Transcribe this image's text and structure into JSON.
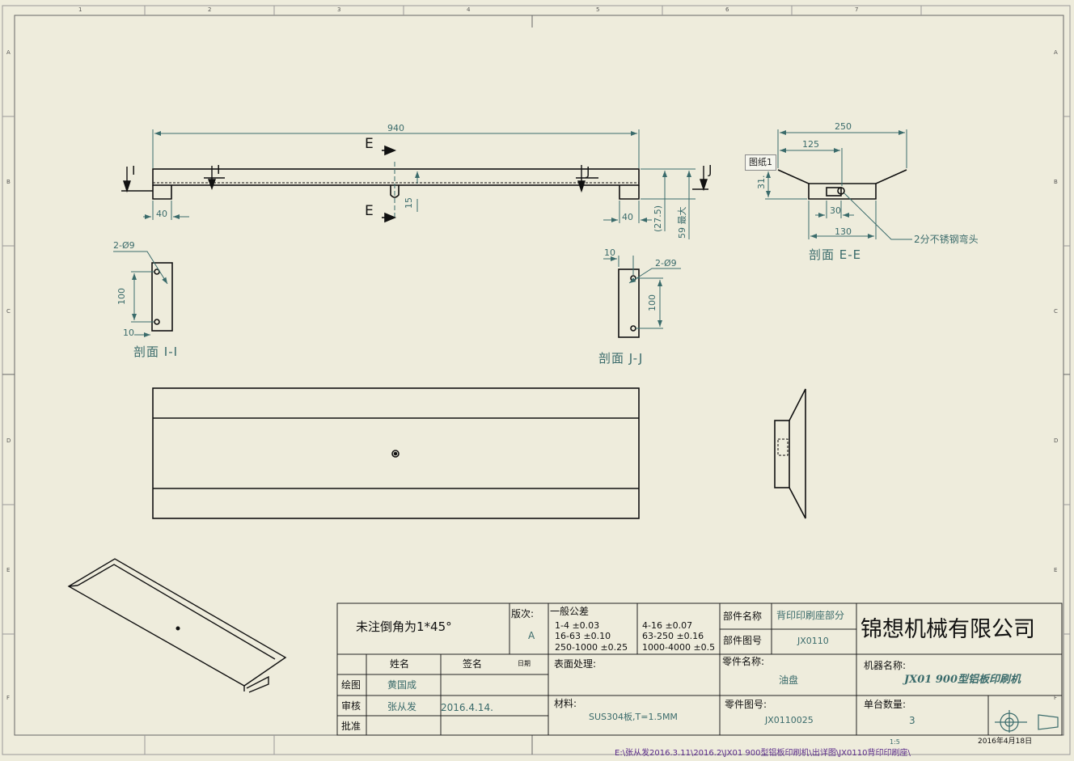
{
  "tooltip": "图纸1",
  "dims": {
    "overall_length": "940",
    "tab_left": "40",
    "tab_right": "40",
    "drain_height": "15",
    "max_height": "59 最大",
    "ref_height": "(27.5)",
    "top_width": "250",
    "half_width": "125",
    "side_height": "31.",
    "pipe_offset": "30",
    "bottom_width": "130",
    "holes_left": "2-Ø9",
    "holes_right": "2-Ø9",
    "hole_pitch_left": "100",
    "hole_pitch_right": "100",
    "edge_left": "10",
    "edge_right": "10"
  },
  "callouts": {
    "elbow": "2分不锈钢弯头"
  },
  "section_marks": {
    "e_top": "E",
    "e_bottom": "E",
    "i_left": "I",
    "i_right": "I",
    "j_left": "J",
    "j_right": "J"
  },
  "section_titles": {
    "e": "剖面 E-E",
    "i": "剖面 I-I",
    "j": "剖面 J-J"
  },
  "border_cols": [
    "1",
    "2",
    "3",
    "4",
    "5",
    "6",
    "7"
  ],
  "border_rows": [
    "A",
    "B",
    "C",
    "D",
    "E",
    "F"
  ],
  "title_block": {
    "note": "未注倒角为1*45°",
    "revision_label": "版次:",
    "revision_value": "A",
    "tolerance_label": "一般公差",
    "tol_1": "1-4  ±0.03",
    "tol_2": "16-63  ±0.10",
    "tol_3": "250-1000  ±0.25",
    "tol_4": "4-16  ±0.07",
    "tol_5": "63-250  ±0.16",
    "tol_6": "1000-4000  ±0.5",
    "assembly_name_label": "部件名称",
    "assembly_name_value": "背印印刷座部分",
    "assembly_no_label": "部件图号",
    "assembly_no_value": "JX0110",
    "company": "锦想机械有限公司",
    "name_header": "姓名",
    "sign_header": "签名",
    "date_header": "日期",
    "surface_label": "表面处理:",
    "part_name_label": "零件名称:",
    "part_name_value": "油盘",
    "machine_label": "机器名称:",
    "machine_value": "JX01    900型铝板印刷机",
    "drawn_label": "绘图",
    "drawn_name": "黄国成",
    "checked_label": "审核",
    "checked_name": "张从发",
    "checked_date": "2016.4.14.",
    "approved_label": "批准",
    "material_label": "材料:",
    "material_value": "SUS304板,T=1.5MM",
    "part_no_label": "零件图号:",
    "part_no_value": "JX0110025",
    "qty_label": "单台数量:",
    "qty_value": "3",
    "scale_value": "1:5",
    "print_date": "2016年4月18日",
    "file_path": "E:\\张从发2016.3.11\\2016.2\\JX01  900型铝板印刷机\\出详图\\JX0110背印印刷座\\"
  }
}
